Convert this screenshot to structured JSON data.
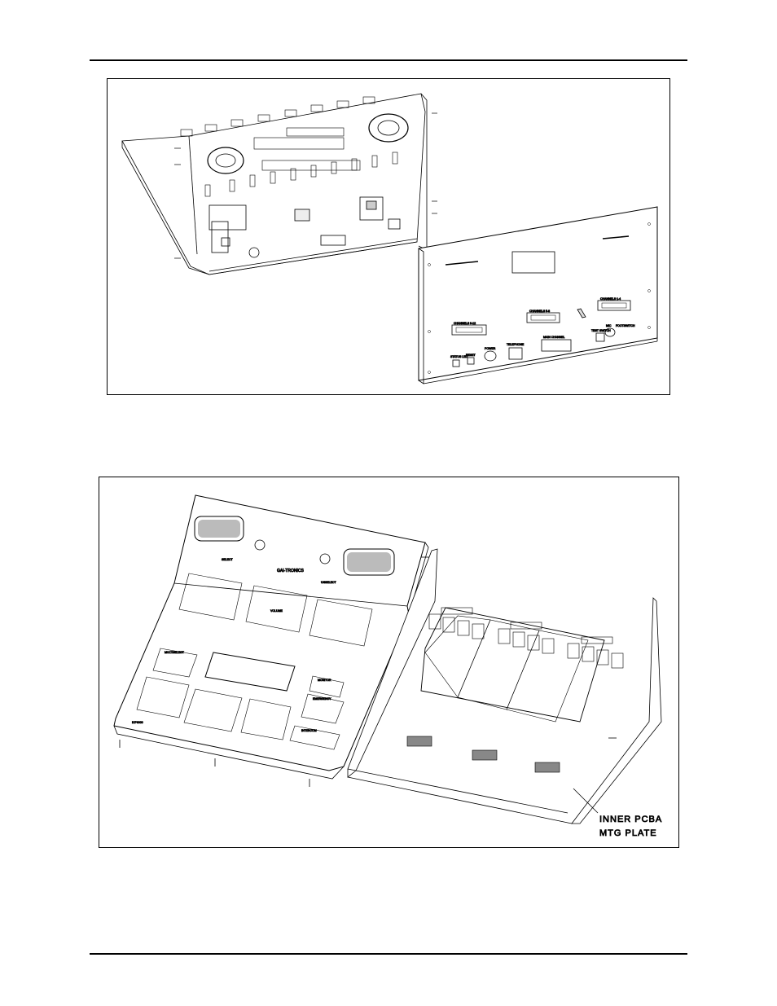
{
  "figure1": {
    "panel_labels": {
      "ch_9_12": "CHANNELS 9-12",
      "ch_5_8": "CHANNELS 5-8",
      "ch_1_4": "CHANNELS 1-4",
      "status_led": "STATUS LED",
      "reset": "RESET",
      "power": "POWER",
      "telephone": "TELEPHONE",
      "main_channel": "MAIN CHANNEL",
      "test_switch": "TEST SWITCH",
      "mic": "MIC",
      "footswitch": "FOOTSWITCH"
    }
  },
  "figure2": {
    "console_labels": {
      "brand": "GAI-TRONICS",
      "model": "ICP9000",
      "select": "SELECT",
      "unselect": "UNSELECT",
      "volume": "VOLUME",
      "multiselect": "MULTISELECT",
      "monitor": "MONITOR",
      "emergency": "EMERGENCY",
      "intercom": "INTERCOM"
    },
    "callout_line1": "INNER PCBA",
    "callout_line2": "MTG PLATE"
  }
}
